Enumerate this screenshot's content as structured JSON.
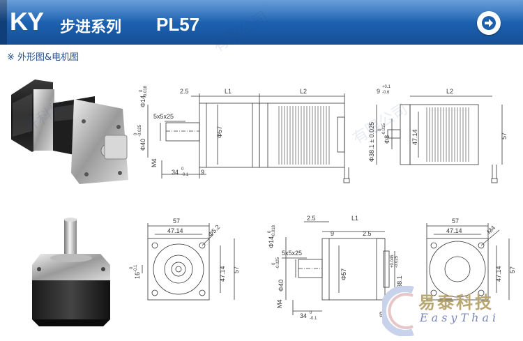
{
  "header": {
    "brand": "KY",
    "series": "步进系列",
    "model": "PL57",
    "next_icon": "arrow-right-icon",
    "colors": {
      "banner": "#1c5fae",
      "banner_dark": "#164f95",
      "accent": "#ffffff"
    }
  },
  "section": {
    "title": "※ 外形图&电机图"
  },
  "drawing_top_left": {
    "dims": {
      "d14": "Φ14",
      "d14_tol_top": "0",
      "d14_tol_bot": "-0.018",
      "d40": "Φ40",
      "d40_tol_top": "0",
      "d40_tol_bot": "-0.025",
      "key": "5x5x25",
      "m4": "M4",
      "len34": "34",
      "len34_tol_top": "0",
      "len34_tol_bot": "-0.1",
      "len9": "9",
      "len25": "2.5",
      "l1": "L1",
      "l2": "L2",
      "d57": "Φ57"
    }
  },
  "drawing_top_right": {
    "dims": {
      "len9": "9",
      "len9_tol_top": "+0.1",
      "len9_tol_bot": "-0.6",
      "d38": "Φ38.1 ± 0.025",
      "d8": "Φ8",
      "d8_tol_top": "0",
      "d8_tol_bot": "-0.015",
      "h4714": "47.14",
      "h57": "57",
      "l2": "L2"
    }
  },
  "drawing_bottom_left": {
    "dims": {
      "w57": "57",
      "w4714": "47.14",
      "hole": "Φ5.2",
      "h16": "16",
      "h16_tol_top": "0",
      "h16_tol_bot": "-0.1",
      "h4714": "47.14",
      "h57": "57"
    }
  },
  "drawing_bottom_middle": {
    "dims": {
      "len25a": "2.5",
      "l1": "L1",
      "len9": "9",
      "len25b": "2.5",
      "d14": "Φ14",
      "d14_tol_top": "0",
      "d14_tol_bot": "-0.018",
      "d40": "Φ40",
      "d40_tol_top": "0",
      "d40_tol_bot": "-0.025",
      "key": "5x5x25",
      "d57": "Φ57",
      "d381": "Φ38.1",
      "d381_tol_top": "+0.045",
      "d381_tol_bot": "-0.025",
      "m4": "M4",
      "len34": "34",
      "len34_tol_top": "0",
      "len34_tol_bot": "-0.1",
      "len5": "5"
    }
  },
  "drawing_bottom_right": {
    "dims": {
      "w57": "57",
      "w4714": "47.14",
      "m4": "M4",
      "h4714": "47.14",
      "h57": "57"
    }
  },
  "logo": {
    "name_cn": "易泰科技",
    "name_en": "EasyThai"
  }
}
